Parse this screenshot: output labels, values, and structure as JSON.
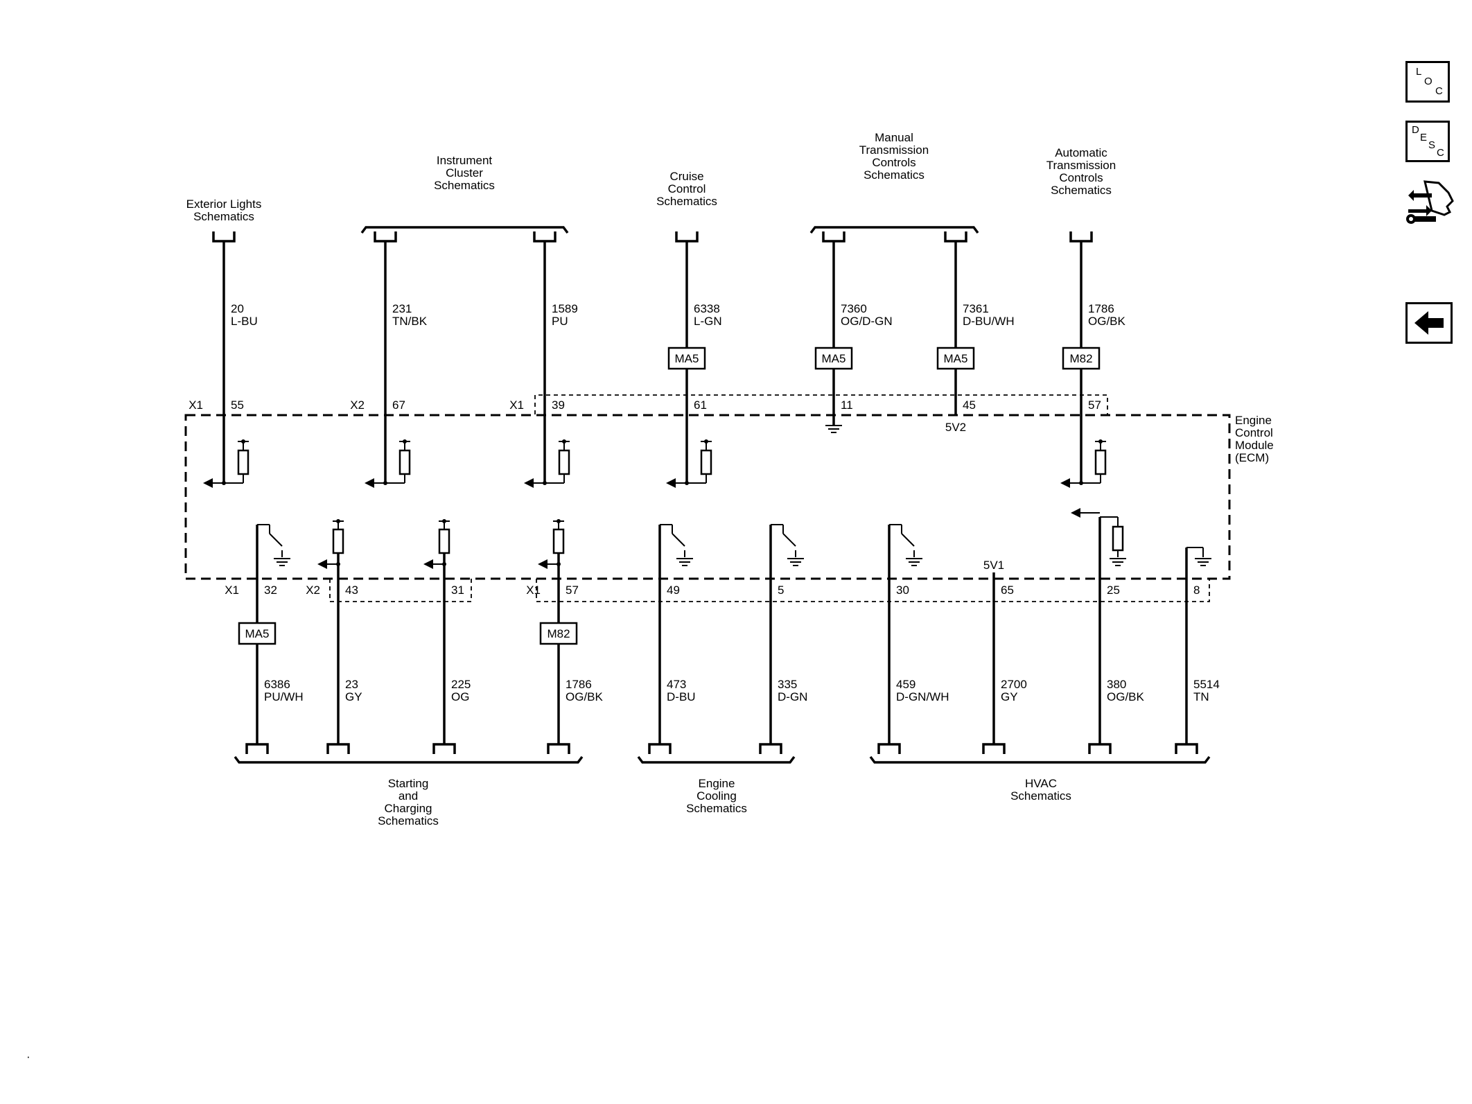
{
  "nav": {
    "loc": {
      "c1": "L",
      "c2": "O",
      "c3": "C"
    },
    "desc": {
      "c1": "D",
      "c2": "E",
      "c3": "S",
      "c4": "C"
    }
  },
  "module": {
    "name_lines": [
      "Engine",
      "Control",
      "Module",
      "(ECM)"
    ]
  },
  "top_groups": [
    {
      "lines": [
        "Exterior Lights",
        "Schematics"
      ]
    },
    {
      "lines": [
        "Instrument",
        "Cluster",
        "Schematics"
      ]
    },
    {
      "lines": [
        "Cruise",
        "Control",
        "Schematics"
      ]
    },
    {
      "lines": [
        "Manual",
        "Transmission",
        "Controls",
        "Schematics"
      ]
    },
    {
      "lines": [
        "Automatic",
        "Transmission",
        "Controls",
        "Schematics"
      ]
    }
  ],
  "bottom_groups": [
    {
      "lines": [
        "Starting",
        "and",
        "Charging",
        "Schematics"
      ]
    },
    {
      "lines": [
        "Engine",
        "Cooling",
        "Schematics"
      ]
    },
    {
      "lines": [
        "HVAC",
        "Schematics"
      ]
    }
  ],
  "top_circuits": [
    {
      "circuit": "20",
      "color": "L-BU",
      "connector": "X1",
      "pin": "55",
      "option": ""
    },
    {
      "circuit": "231",
      "color": "TN/BK",
      "connector": "X2",
      "pin": "67",
      "option": ""
    },
    {
      "circuit": "1589",
      "color": "PU",
      "connector": "X1",
      "pin": "39",
      "option": ""
    },
    {
      "circuit": "6338",
      "color": "L-GN",
      "connector": "",
      "pin": "61",
      "option": "MA5"
    },
    {
      "circuit": "7360",
      "color": "OG/D-GN",
      "connector": "",
      "pin": "11",
      "option": "MA5"
    },
    {
      "circuit": "7361",
      "color": "D-BU/WH",
      "connector": "",
      "pin": "45",
      "option": "MA5"
    },
    {
      "circuit": "1786",
      "color": "OG/BK",
      "connector": "",
      "pin": "57",
      "option": "M82"
    }
  ],
  "supply_refs": {
    "top": "5V2",
    "bottom": "5V1"
  },
  "bottom_circuits": [
    {
      "circuit": "6386",
      "color": "PU/WH",
      "connector": "X1",
      "pin": "32",
      "option": "MA5"
    },
    {
      "circuit": "23",
      "color": "GY",
      "connector": "X2",
      "pin": "43",
      "option": ""
    },
    {
      "circuit": "225",
      "color": "OG",
      "connector": "",
      "pin": "31",
      "option": ""
    },
    {
      "circuit": "1786",
      "color": "OG/BK",
      "connector": "X1",
      "pin": "57",
      "option": "M82"
    },
    {
      "circuit": "473",
      "color": "D-BU",
      "connector": "",
      "pin": "49",
      "option": ""
    },
    {
      "circuit": "335",
      "color": "D-GN",
      "connector": "",
      "pin": "5",
      "option": ""
    },
    {
      "circuit": "459",
      "color": "D-GN/WH",
      "connector": "",
      "pin": "30",
      "option": ""
    },
    {
      "circuit": "2700",
      "color": "GY",
      "connector": "",
      "pin": "65",
      "option": ""
    },
    {
      "circuit": "380",
      "color": "OG/BK",
      "connector": "",
      "pin": "25",
      "option": ""
    },
    {
      "circuit": "5514",
      "color": "TN",
      "connector": "",
      "pin": "8",
      "option": ""
    }
  ],
  "icons": [
    "loc-icon",
    "desc-icon",
    "component-view-icon",
    "back-arrow-icon"
  ]
}
